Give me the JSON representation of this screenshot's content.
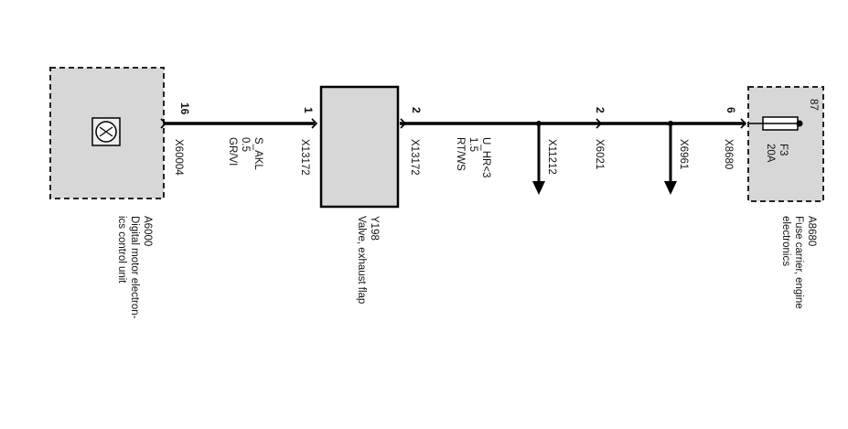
{
  "components": {
    "ecu": {
      "ref": "A6000",
      "desc_line1": "Digital motor electron-",
      "desc_line2": "ics control unit",
      "icon": "ecu-symbol-icon"
    },
    "valve": {
      "ref": "Y198",
      "desc": "Valve, exhaust flap"
    },
    "fuse_carrier": {
      "ref": "A8680",
      "desc_line1": "Fuse carrier, engine",
      "desc_line2": "electronics",
      "fuse_id": "F3",
      "fuse_rating": "20A",
      "fuse_pin": "87"
    }
  },
  "connectors": {
    "ecu_pin": "16",
    "ecu_conn": "X60004",
    "valve_in_pin": "1",
    "valve_in_conn": "X13172",
    "valve_out_pin": "2",
    "valve_out_conn": "X13172",
    "splice1": "X11212",
    "mid_pin": "2",
    "mid_conn": "X6021",
    "splice2": "X6961",
    "fuse_pin": "6",
    "fuse_conn": "X8680"
  },
  "wires": {
    "w1_name": "S_AKL",
    "w1_size": "0.5",
    "w1_color": "GR/VI",
    "w2_name": "U_HR<3",
    "w2_size": "1.5",
    "w2_color": "RT/WS"
  }
}
